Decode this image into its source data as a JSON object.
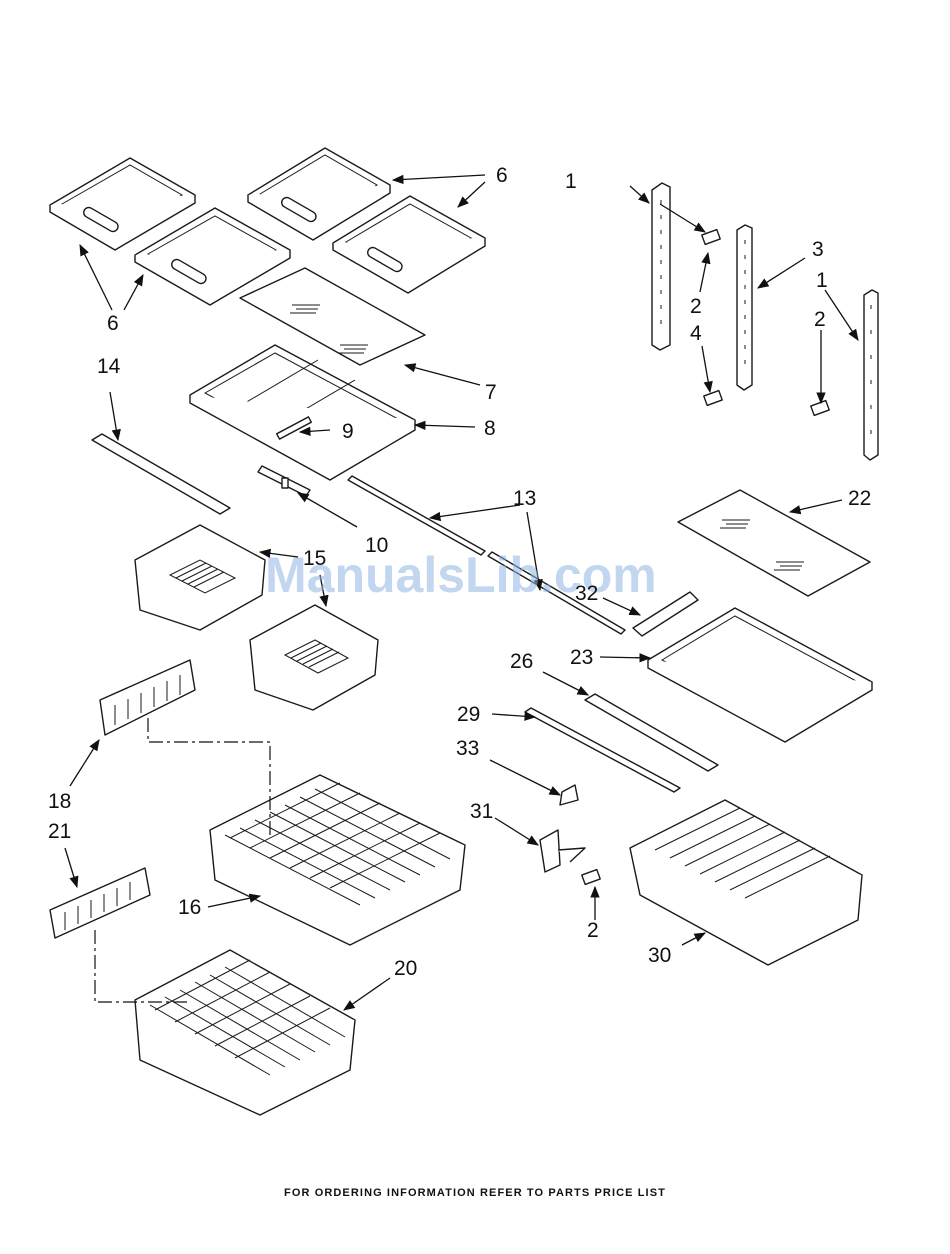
{
  "footer": "FOR ORDERING INFORMATION REFER TO PARTS PRICE LIST",
  "watermark": "ManualsLib.com",
  "callouts": [
    "1",
    "1",
    "2",
    "2",
    "2",
    "2",
    "3",
    "4",
    "6",
    "6",
    "6",
    "7",
    "8",
    "9",
    "10",
    "13",
    "14",
    "15",
    "16",
    "18",
    "20",
    "21",
    "22",
    "23",
    "26",
    "29",
    "30",
    "31",
    "32",
    "33"
  ],
  "colors": {
    "line": "#1a1a1a",
    "watermark": "#8fb4e3",
    "background": "#ffffff"
  }
}
